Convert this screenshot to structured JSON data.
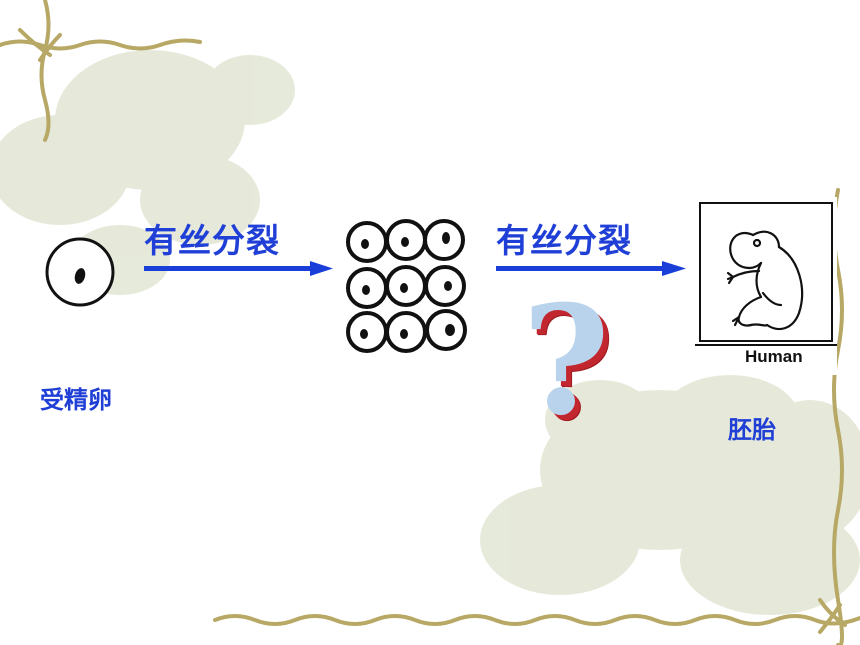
{
  "arrows": {
    "first_label": "有丝分裂",
    "second_label": "有丝分裂"
  },
  "nodes": {
    "zygote_label": "受精卵",
    "embryo_label": "胚胎",
    "embryo_image_caption": "Human"
  },
  "question_mark": "?",
  "colors": {
    "label_blue": "#1f3fd6",
    "arrow_blue": "#1a3fd9",
    "question_fill": "#b9d3ec",
    "question_shadow": "#c2262e",
    "vine": "#b7a866"
  }
}
